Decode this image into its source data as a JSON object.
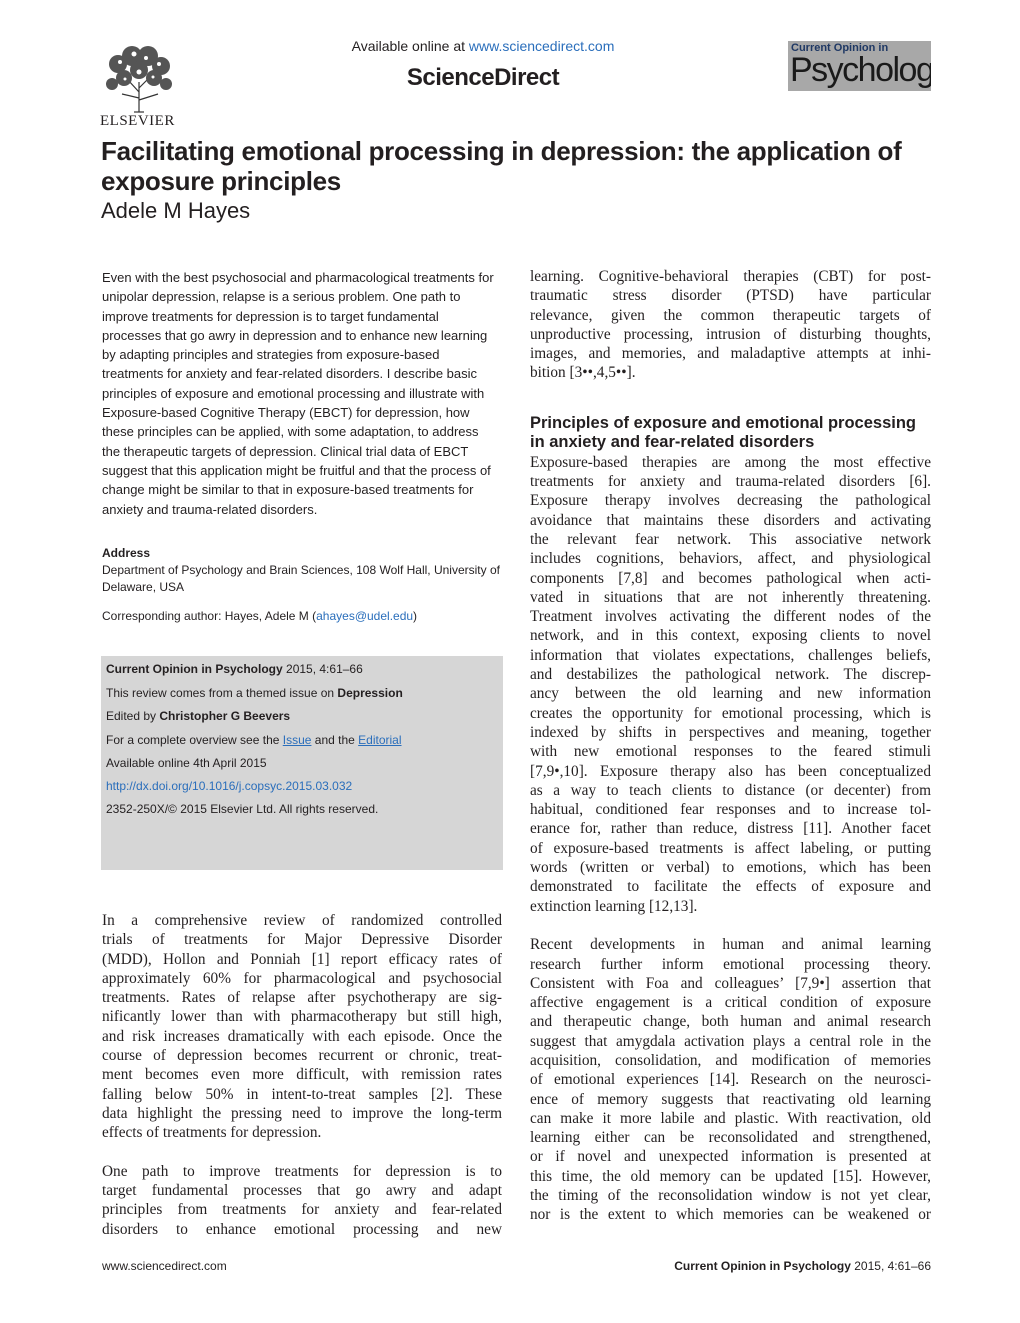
{
  "header": {
    "available_prefix": "Available online at",
    "available_link": "www.sciencedirect.com",
    "brand": "ScienceDirect",
    "publisher": "ELSEVIER",
    "journal_logo_small": "Current Opinion in",
    "journal_logo_big": "Psychology"
  },
  "article": {
    "title": "Facilitating emotional processing in depression: the application of exposure principles",
    "author": "Adele M Hayes"
  },
  "abstract": "Even with the best psychosocial and pharmacological treatments for unipolar depression, relapse is a serious problem. One path to improve treatments for depression is to target fundamental processes that go awry in depression and to enhance new learning by adapting principles and strategies from exposure-based treatments for anxiety and fear-related disorders. I describe basic principles of exposure and emotional processing and illustrate with Exposure-based Cognitive Therapy (EBCT) for depression, how these principles can be applied, with some adaptation, to address the therapeutic targets of depression. Clinical trial data of EBCT suggest that this application might be fruitful and that the process of change might be similar to that in exposure-based treatments for anxiety and trauma-related disorders.",
  "address": {
    "heading": "Address",
    "text": "Department of Psychology and Brain Sciences, 108 Wolf Hall, University of Delaware, USA"
  },
  "corresponding": {
    "prefix": "Corresponding author: Hayes, Adele M (",
    "email": "ahayes@udel.edu",
    "suffix": ")"
  },
  "infobox": {
    "journal_name": "Current Opinion in Psychology",
    "journal_citation": " 2015, 4:61–66",
    "theme_prefix": "This review comes from a themed issue on ",
    "theme": "Depression",
    "edited_prefix": "Edited by ",
    "editor": "Christopher G Beevers",
    "overview_prefix": "For a complete overview see the ",
    "issue_link": "Issue",
    "overview_mid": " and the ",
    "editorial_link": "Editorial",
    "available": "Available online 4th April 2015",
    "doi": "http://dx.doi.org/10.1016/j.copsyc.2015.03.032",
    "copyright": "2352-250X/© 2015 Elsevier Ltd. All rights reserved."
  },
  "body": {
    "left_col": [
      [
        "In a comprehensive review of randomized controlled",
        "trials of treatments for Major Depressive Disorder",
        "(MDD), Hollon and Ponniah [1] report efficacy rates of",
        "approximately 60% for pharmacological and psychosocial",
        "treatments. Rates of relapse after psychotherapy are sig-",
        "nificantly lower than with pharmacotherapy but still high,",
        "and risk increases dramatically with each episode. Once the",
        "course of depression becomes recurrent or chronic, treat-",
        "ment becomes even more difficult, with remission rates",
        "falling below 50% in intent-to-treat samples [2]. These",
        "data highlight the pressing need to improve the long-term",
        "effects of treatments for depression."
      ],
      [
        "One path to improve treatments for depression is to",
        "target fundamental processes that go awry and adapt",
        "principles from treatments for anxiety and fear-related",
        "disorders to enhance emotional processing and new"
      ]
    ],
    "right_col_intro": [
      "learning. Cognitive-behavioral therapies (CBT) for post-",
      "traumatic stress disorder (PTSD) have particular",
      "relevance, given the common therapeutic targets of",
      "unproductive processing, intrusion of disturbing thoughts,",
      "images, and memories, and maladaptive attempts at inhi-",
      "bition [3••,4,5••]."
    ],
    "section_heading": "Principles of exposure and emotional processing in anxiety and fear-related disorders",
    "right_col_p1": [
      "Exposure-based therapies are among the most effective",
      "treatments for anxiety and trauma-related disorders [6].",
      "Exposure therapy involves decreasing the pathological",
      "avoidance that maintains these disorders and activating",
      "the relevant fear network. This associative network",
      "includes cognitions, behaviors, affect, and physiological",
      "components [7,8] and becomes pathological when acti-",
      "vated in situations that are not inherently threatening.",
      "Treatment involves activating the different nodes of the",
      "network, and in this context, exposing clients to novel",
      "information that violates expectations, challenges beliefs,",
      "and destabilizes the pathological network. The discrep-",
      "ancy between the old learning and new information",
      "creates the opportunity for emotional processing, which is",
      "indexed by shifts in perspectives and meaning, together",
      "with new emotional responses to the feared stimuli",
      "[7,9•,10]. Exposure therapy also has been conceptualized",
      "as a way to teach clients to distance (or decenter) from",
      "habitual, conditioned fear responses and to increase tol-",
      "erance for, rather than reduce, distress [11]. Another facet",
      "of exposure-based treatments is affect labeling, or putting",
      "words (written or verbal) to emotions, which has been",
      "demonstrated to facilitate the effects of exposure and",
      "extinction learning [12,13]."
    ],
    "right_col_p2": [
      "Recent developments in human and animal learning",
      "research further inform emotional processing theory.",
      "Consistent with Foa and colleagues’ [7,9•] assertion that",
      "affective engagement is a critical condition of exposure",
      "and therapeutic change, both human and animal research",
      "suggest that amygdala activation plays a central role in the",
      "acquisition, consolidation, and modification of memories",
      "of emotional experiences [14]. Research on the neurosci-",
      "ence of memory suggests that reactivating old learning",
      "can make it more labile and plastic. With reactivation, old",
      "learning either can be reconsolidated and strengthened,",
      "or if novel and unexpected information is presented at",
      "this time, the old memory can be updated [15]. However,",
      "the timing of the reconsolidation window is not yet clear,",
      "nor is the extent to which memories can be weakened or"
    ]
  },
  "footer": {
    "left": "www.sciencedirect.com",
    "right_journal": "Current Opinion in Psychology",
    "right_citation": " 2015, 4:61–66"
  }
}
